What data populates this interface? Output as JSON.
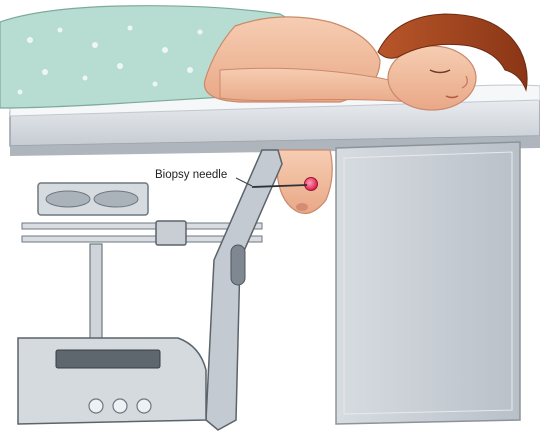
{
  "labels": {
    "biopsy_needle": "Biopsy needle"
  },
  "colors": {
    "gown": "#b7ddd3",
    "gown_pattern": "#ffffff",
    "skin": "#f2c1a4",
    "skin_shadow": "#d99a7c",
    "hair": "#a3471e",
    "table": "#d5d9de",
    "table_edge": "#9aa1a9",
    "machine": "#c4cad1",
    "machine_dark": "#6e7780",
    "lesion": "#e8365d",
    "line": "#3b3f44"
  },
  "icons": [
    "patient-figure",
    "exam-table",
    "stereotactic-device",
    "needle-holder",
    "lesion-marker",
    "control-buttons"
  ]
}
